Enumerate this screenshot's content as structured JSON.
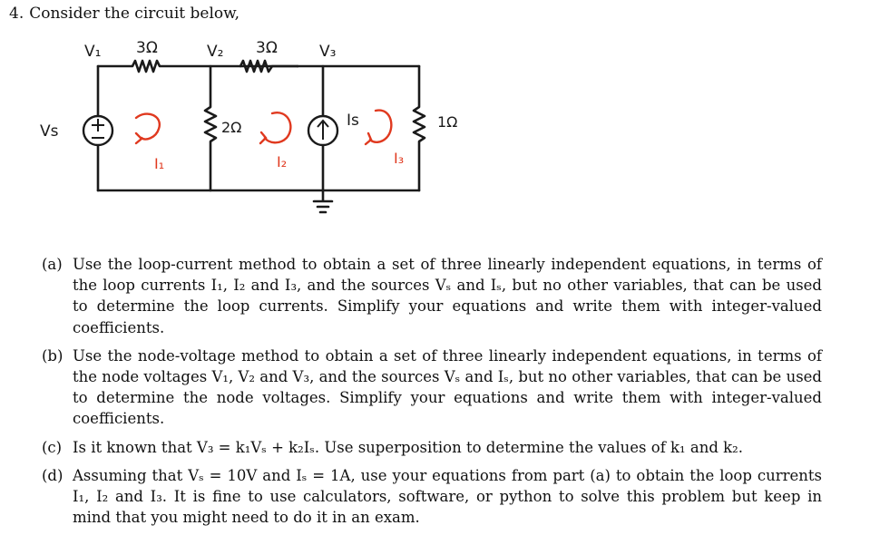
{
  "problem": {
    "number": "4.",
    "title": "Consider the circuit below,"
  },
  "circuit": {
    "node_labels": [
      "V₁",
      "V₂",
      "V₃"
    ],
    "resistors": [
      "3Ω",
      "3Ω",
      "2Ω",
      "1Ω"
    ],
    "source_labels": [
      "Vs",
      "Is"
    ],
    "loop_labels": [
      "I₁",
      "I₂",
      "I₃"
    ],
    "colors": {
      "wire": "#1a1a1a",
      "loop_current": "#e0391f"
    }
  },
  "parts": [
    {
      "label": "(a)",
      "text": "Use the loop-current method to obtain a set of three linearly independent equations, in terms of the loop currents I₁, I₂ and I₃, and the sources Vₛ and Iₛ, but no other variables, that can be used to determine the loop currents. Simplify your equations and write them with integer-valued coefficients."
    },
    {
      "label": "(b)",
      "text": "Use the node-voltage method to obtain a set of three linearly independent equations, in terms of the node voltages V₁, V₂ and V₃, and the sources Vₛ and Iₛ, but no other variables, that can be used to determine the node voltages. Simplify your equations and write them with integer-valued coefficients."
    },
    {
      "label": "(c)",
      "text": "Is it known that V₃ = k₁Vₛ + k₂Iₛ. Use superposition to determine the values of k₁ and k₂."
    },
    {
      "label": "(d)",
      "text": "Assuming that Vₛ = 10V and Iₛ = 1A, use your equations from part (a) to obtain the loop currents I₁, I₂ and I₃. It is fine to use calculators, software, or python to solve this problem but keep in mind that you might need to do it in an exam."
    }
  ]
}
